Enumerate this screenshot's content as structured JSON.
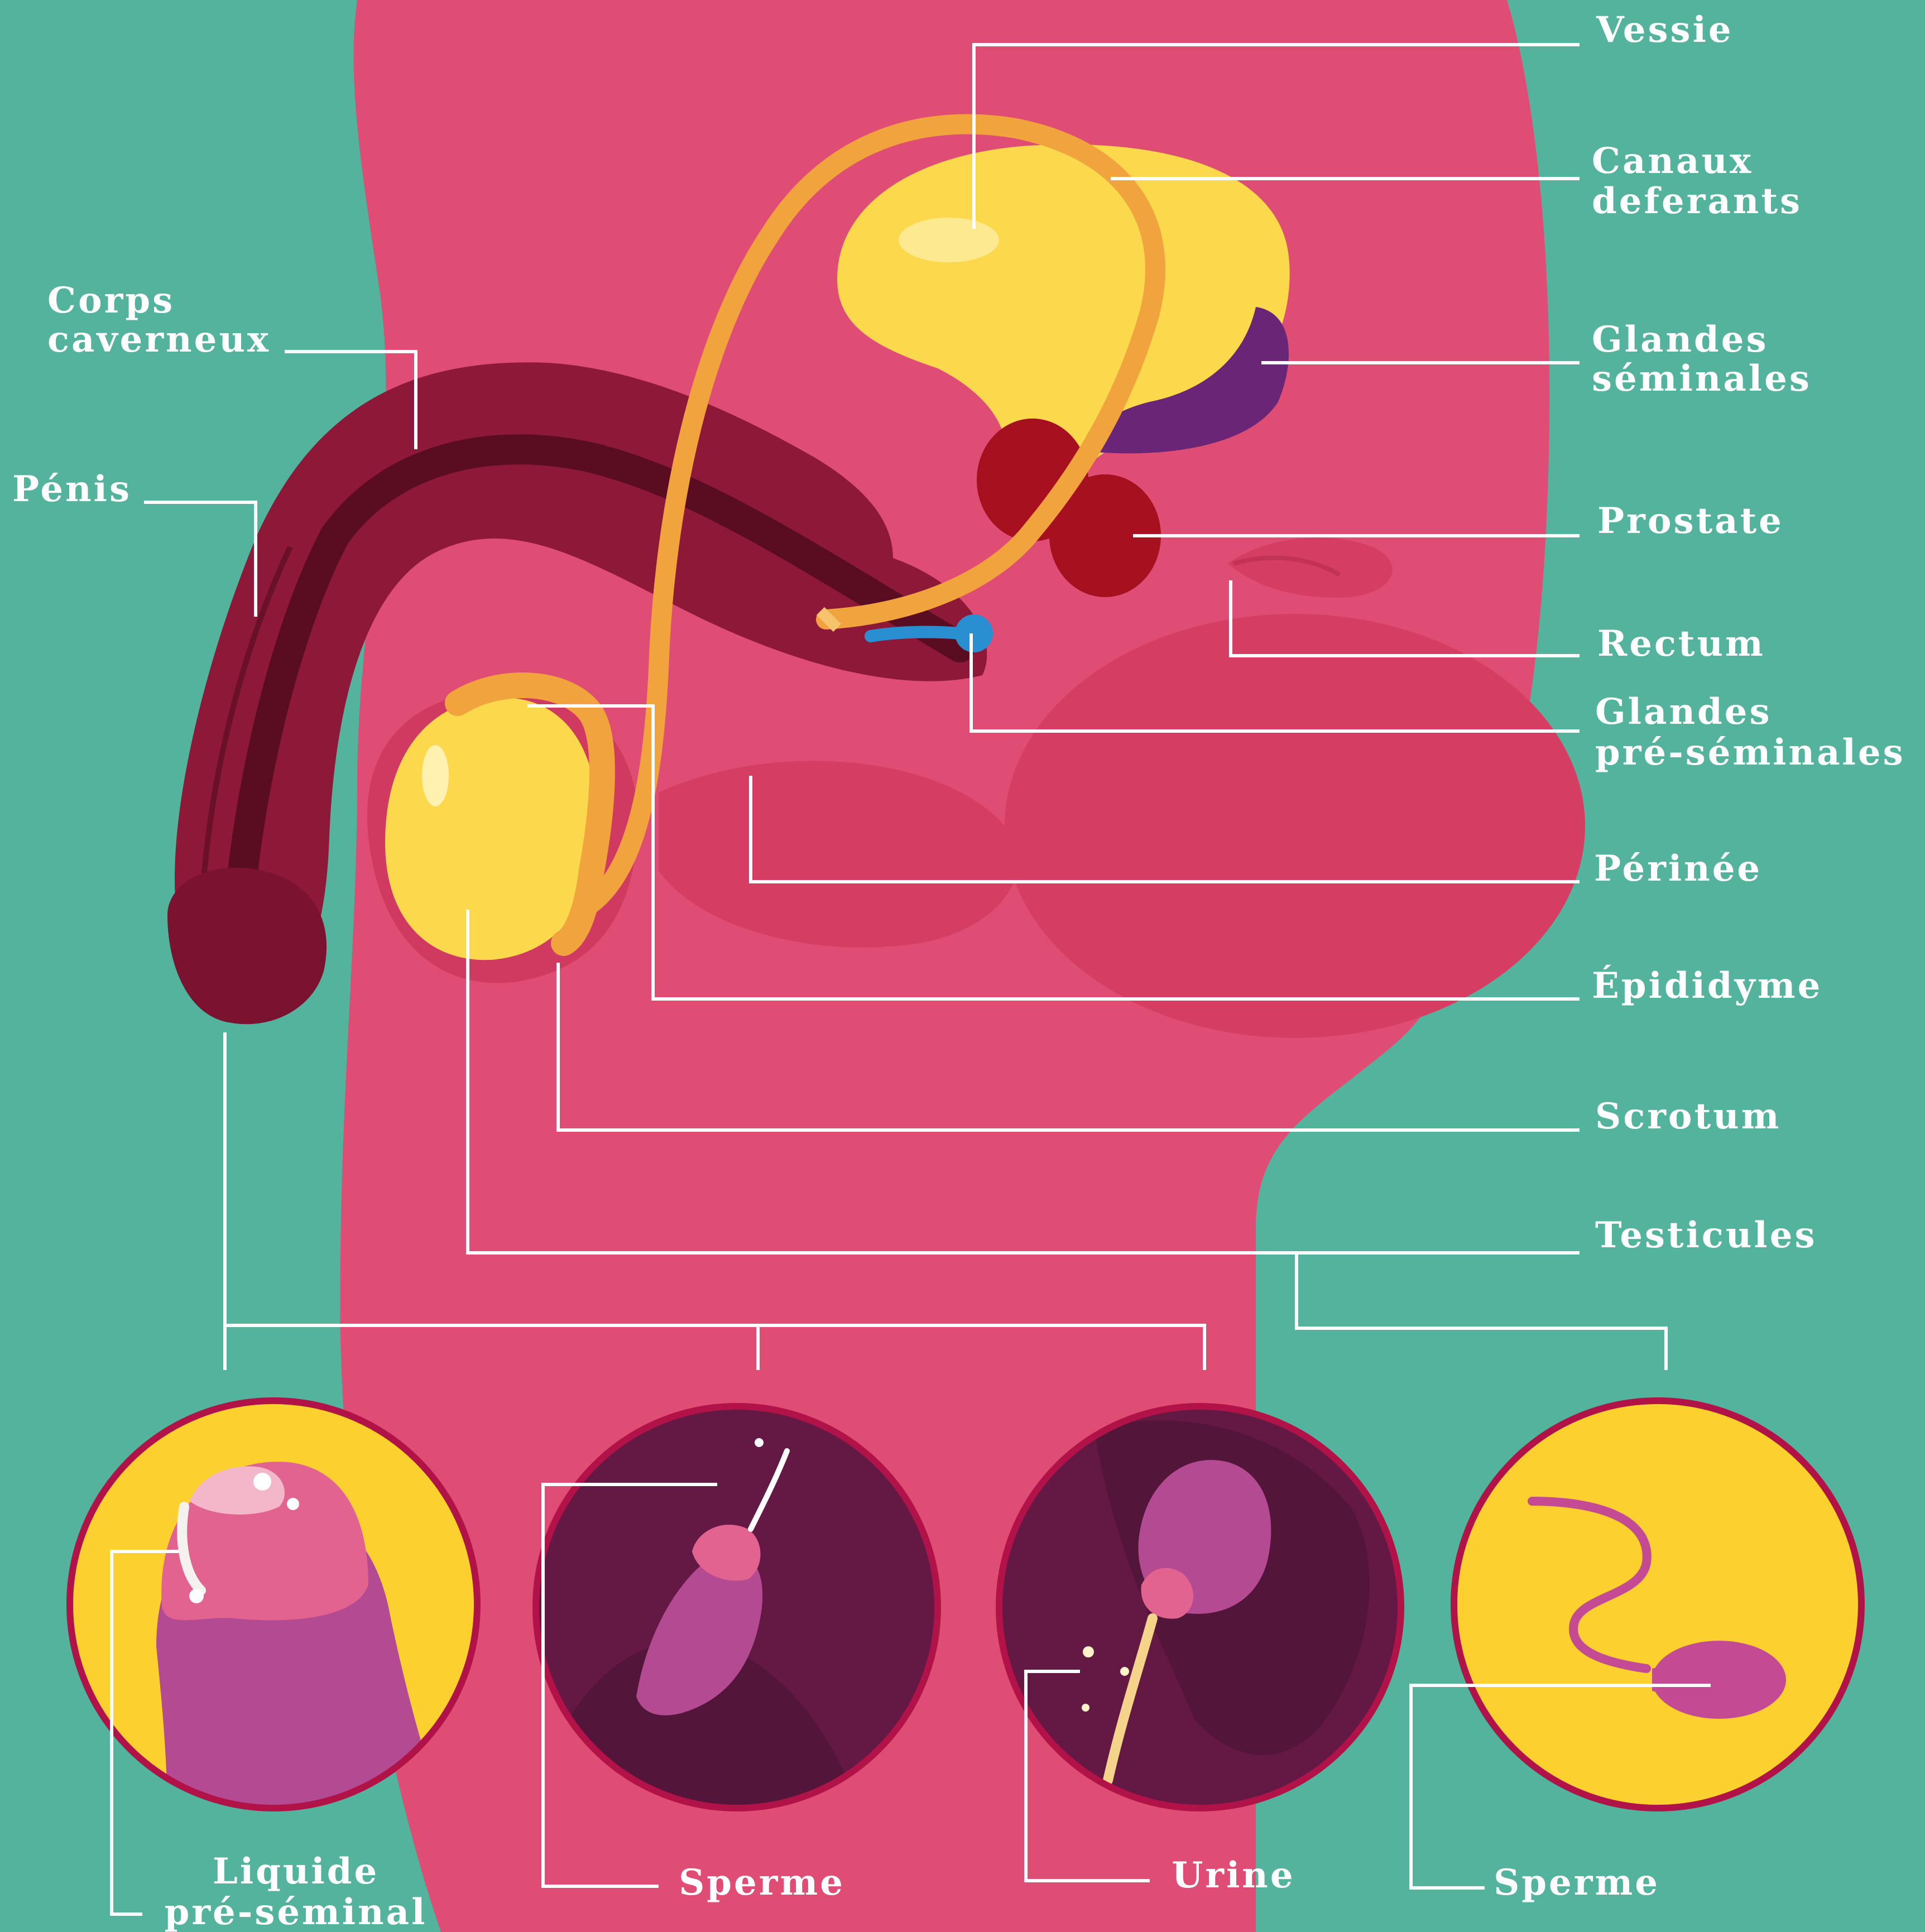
{
  "colors": {
    "background": "#53b39c",
    "body": "#e04d74",
    "body_shade": "#d63d63",
    "penis": "#8e1837",
    "penis_dark": "#5a0d20",
    "bladder": "#fbd84c",
    "duct": "#f1a43d",
    "seminal_vesicle": "#6a2577",
    "prostate": "#a6101f",
    "cowper": "#2a8fd0",
    "circle_yellow": "#fcd02f",
    "circle_purple": "#641844",
    "circle_border": "#b11248",
    "leader": "#ffffff"
  },
  "labels": {
    "vessie": "Vessie",
    "canaux_1": "Canaux",
    "canaux_2": "deferants",
    "glandes_sem_1": "Glandes",
    "glandes_sem_2": "séminales",
    "prostate": "Prostate",
    "rectum": "Rectum",
    "glandes_pre_1": "Glandes",
    "glandes_pre_2": "pré-séminales",
    "perinee": "Périnée",
    "epididyme": "Épididyme",
    "scrotum": "Scrotum",
    "testicules": "Testicules",
    "corps_1": "Corps",
    "corps_2": "caverneux",
    "penis": "Pénis"
  },
  "insets": {
    "liquide_1": "Liquide",
    "liquide_2": "pré-séminal",
    "sperme_penis": "Sperme",
    "urine": "Urine",
    "sperme_testicules": "Sperme"
  },
  "icons": [
    "droplet-icon",
    "sperm-cell-icon"
  ]
}
